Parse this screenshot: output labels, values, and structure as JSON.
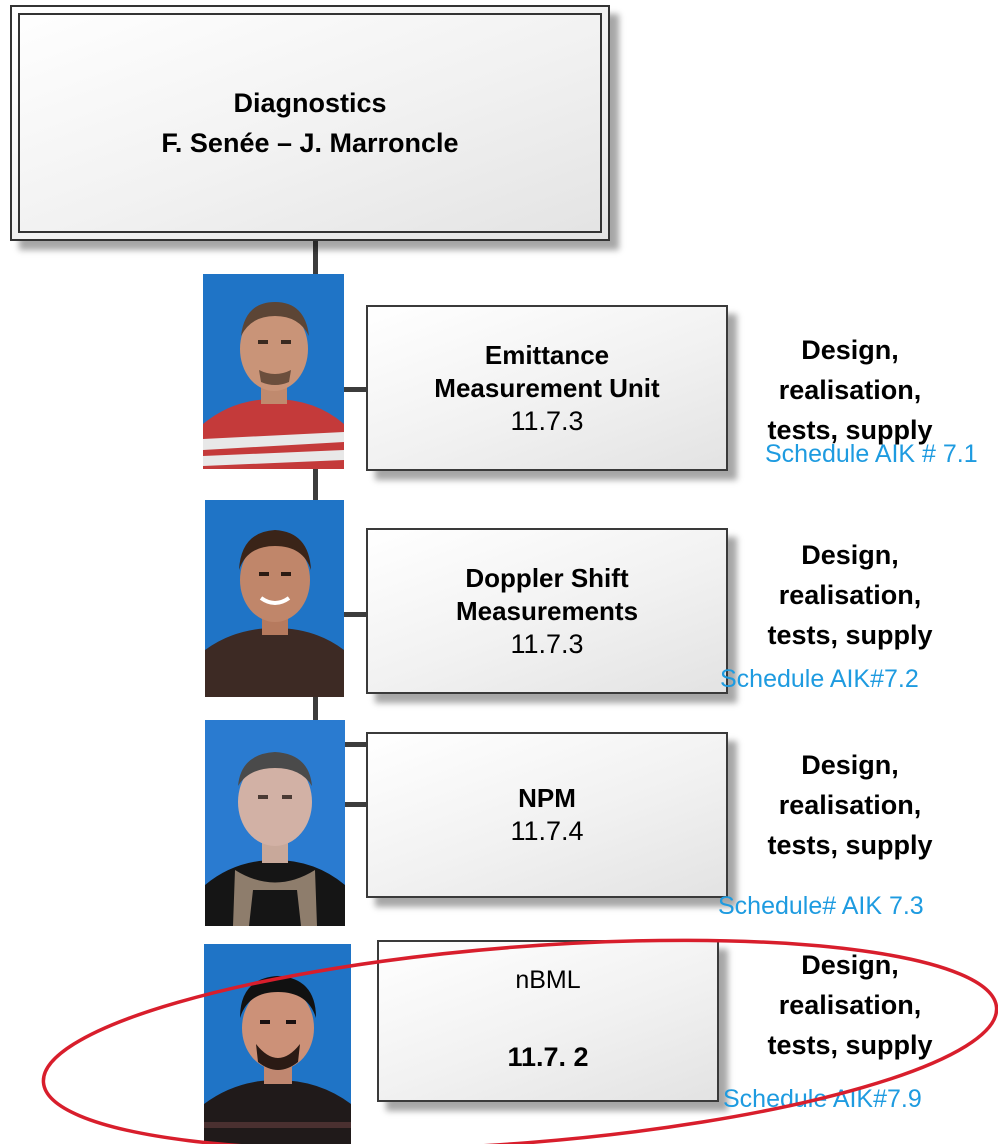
{
  "top": {
    "title": "Diagnostics",
    "leaders": "F. Senée – J. Marroncle"
  },
  "rows": [
    {
      "name_line1": "Emittance",
      "name_line2": "Measurement Unit",
      "code": "11.7.3",
      "desc_line1": "Design,",
      "desc_line2": "realisation,",
      "desc_line3": "tests, supply",
      "schedule": "Schedule AIK # 7.1"
    },
    {
      "name_line1": "Doppler Shift",
      "name_line2": "Measurements",
      "code": "11.7.3",
      "desc_line1": "Design,",
      "desc_line2": "realisation,",
      "desc_line3": "tests, supply",
      "schedule": "Schedule AIK#7.2"
    },
    {
      "name_line1": "NPM",
      "code": "11.7.4",
      "desc_line1": "Design,",
      "desc_line2": "realisation,",
      "desc_line3": "tests, supply",
      "schedule": "Schedule# AIK 7.3"
    },
    {
      "name_line1": "nBML",
      "code": "11.7. 2",
      "desc_line1": "Design,",
      "desc_line2": "realisation,",
      "desc_line3": "tests, supply",
      "schedule": "Schedule AIK#7.9"
    }
  ],
  "colors": {
    "schedule_text": "#1e9be0",
    "highlight_ellipse": "#d81e2c",
    "photo_background": "#1d6fc0"
  }
}
